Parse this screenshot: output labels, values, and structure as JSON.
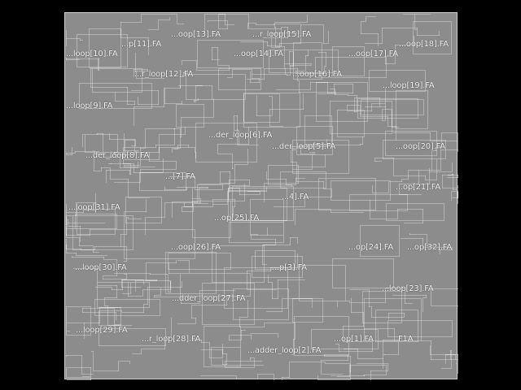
{
  "layout_view": {
    "cells": [
      {
        "id": "c10",
        "label": "...loop[10].FA"
      },
      {
        "id": "c11",
        "label": "...p[11].FA"
      },
      {
        "id": "c13",
        "label": "...oop[13].FA"
      },
      {
        "id": "c15",
        "label": "...r_loop[15].FA"
      },
      {
        "id": "c18",
        "label": "...oop[18].FA"
      },
      {
        "id": "c12",
        "label": "...r_loop[12].FA"
      },
      {
        "id": "c14",
        "label": "...oop[14].FA"
      },
      {
        "id": "c17",
        "label": "...oop[17].FA"
      },
      {
        "id": "c16",
        "label": "...oop[16].FA"
      },
      {
        "id": "c19",
        "label": "...loop[19].FA"
      },
      {
        "id": "c9",
        "label": "...loop[9].FA"
      },
      {
        "id": "c6",
        "label": "...der_loop[6].FA"
      },
      {
        "id": "c5",
        "label": "...der_loop[5].FA"
      },
      {
        "id": "c20",
        "label": "...oop[20].FA"
      },
      {
        "id": "c8",
        "label": "...der_loop[8].FA"
      },
      {
        "id": "c7",
        "label": "...[7].FA"
      },
      {
        "id": "c21",
        "label": "...op[21].FA"
      },
      {
        "id": "c4",
        "label": "...4].FA"
      },
      {
        "id": "c31",
        "label": "...loop[31].FA"
      },
      {
        "id": "c25",
        "label": "...op[25].FA"
      },
      {
        "id": "c26",
        "label": "...oop[26].FA"
      },
      {
        "id": "c24",
        "label": "...op[24].FA"
      },
      {
        "id": "c32",
        "label": "...op[32].FA"
      },
      {
        "id": "c30",
        "label": "...loop[30].FA"
      },
      {
        "id": "c3",
        "label": "...p[3].FA"
      },
      {
        "id": "c23",
        "label": "...loop[23].FA"
      },
      {
        "id": "c27",
        "label": "...dder_loop[27].FA"
      },
      {
        "id": "c29",
        "label": "...loop[29].FA"
      },
      {
        "id": "c28",
        "label": "...r_loop[28].FA"
      },
      {
        "id": "c1",
        "label": "...op[1].FA"
      },
      {
        "id": "c0",
        "label": "F1A"
      },
      {
        "id": "c2",
        "label": "...adder_loop[2].FA"
      }
    ],
    "colors": {
      "background": "#000000",
      "die_fill": "#8c8c8c",
      "wire": "#d9d9d9",
      "label": "#ffffff"
    }
  }
}
